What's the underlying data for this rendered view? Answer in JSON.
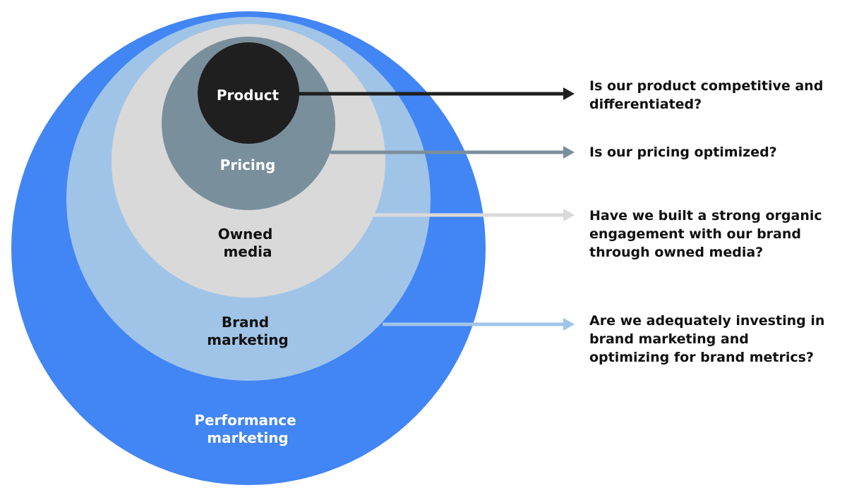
{
  "colors": {
    "performance": "#4285F4",
    "brand": "#A0C4E8",
    "owned": "#D9D9D9",
    "pricing": "#7A8F9C",
    "product": "#1F1F1F",
    "label_light": "#FFFFFF",
    "label_dark": "#111111",
    "arrow_product": "#1F1F1F",
    "arrow_pricing": "#7A8F9C",
    "arrow_owned": "#D9D9D9",
    "arrow_brand": "#A0C4E8"
  },
  "layers": {
    "product": {
      "line1": "Product"
    },
    "pricing": {
      "line1": "Pricing"
    },
    "owned": {
      "line1": "Owned",
      "line2": "media"
    },
    "brand": {
      "line1": "Brand",
      "line2": "marketing"
    },
    "performance": {
      "line1": "Performance",
      "line2": "marketing"
    }
  },
  "questions": {
    "product": {
      "line1": "Is our product competitive and",
      "line2": "differentiated?"
    },
    "pricing": {
      "line1": "Is our pricing optimized?"
    },
    "owned": {
      "line1": "Have we built a strong organic",
      "line2": "engagement with our brand",
      "line3": "through owned media?"
    },
    "brand": {
      "line1": "Are we adequately investing in",
      "line2": "brand marketing and",
      "line3": "optimizing for brand metrics?"
    }
  }
}
